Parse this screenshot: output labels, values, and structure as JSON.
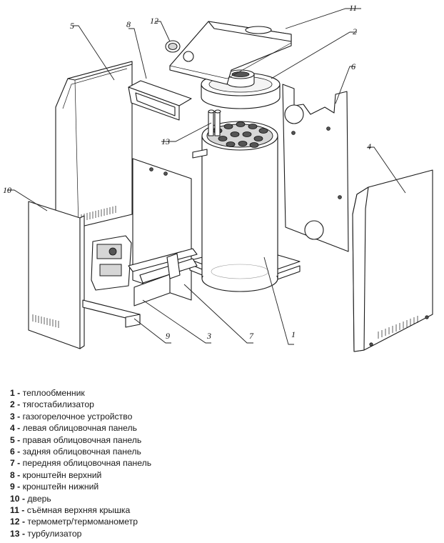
{
  "callouts": {
    "c1": "1",
    "c2": "2",
    "c3": "3",
    "c4": "4",
    "c5": "5",
    "c6": "6",
    "c7": "7",
    "c8": "8",
    "c9": "9",
    "c10": "10",
    "c11": "11",
    "c12": "12",
    "c13": "13"
  },
  "legend": [
    {
      "num": "1",
      "text": "теплообменник"
    },
    {
      "num": "2",
      "text": "тягостабилизатор"
    },
    {
      "num": "3",
      "text": "газогорелочное устройство"
    },
    {
      "num": "4",
      "text": "левая облицовочная панель"
    },
    {
      "num": "5",
      "text": "правая облицовочная панель"
    },
    {
      "num": "6",
      "text": "задняя облицовочная панель"
    },
    {
      "num": "7",
      "text": "передняя облицовочная  панель"
    },
    {
      "num": "8",
      "text": "кронштейн верхний"
    },
    {
      "num": "9",
      "text": "кронштейн нижний"
    },
    {
      "num": "10",
      "text": "дверь"
    },
    {
      "num": "11",
      "text": "съёмная верхняя крышка"
    },
    {
      "num": "12",
      "text": "термометр/термоманометр"
    },
    {
      "num": "13",
      "text": "турбулизатор"
    }
  ],
  "legend_separator": " - "
}
